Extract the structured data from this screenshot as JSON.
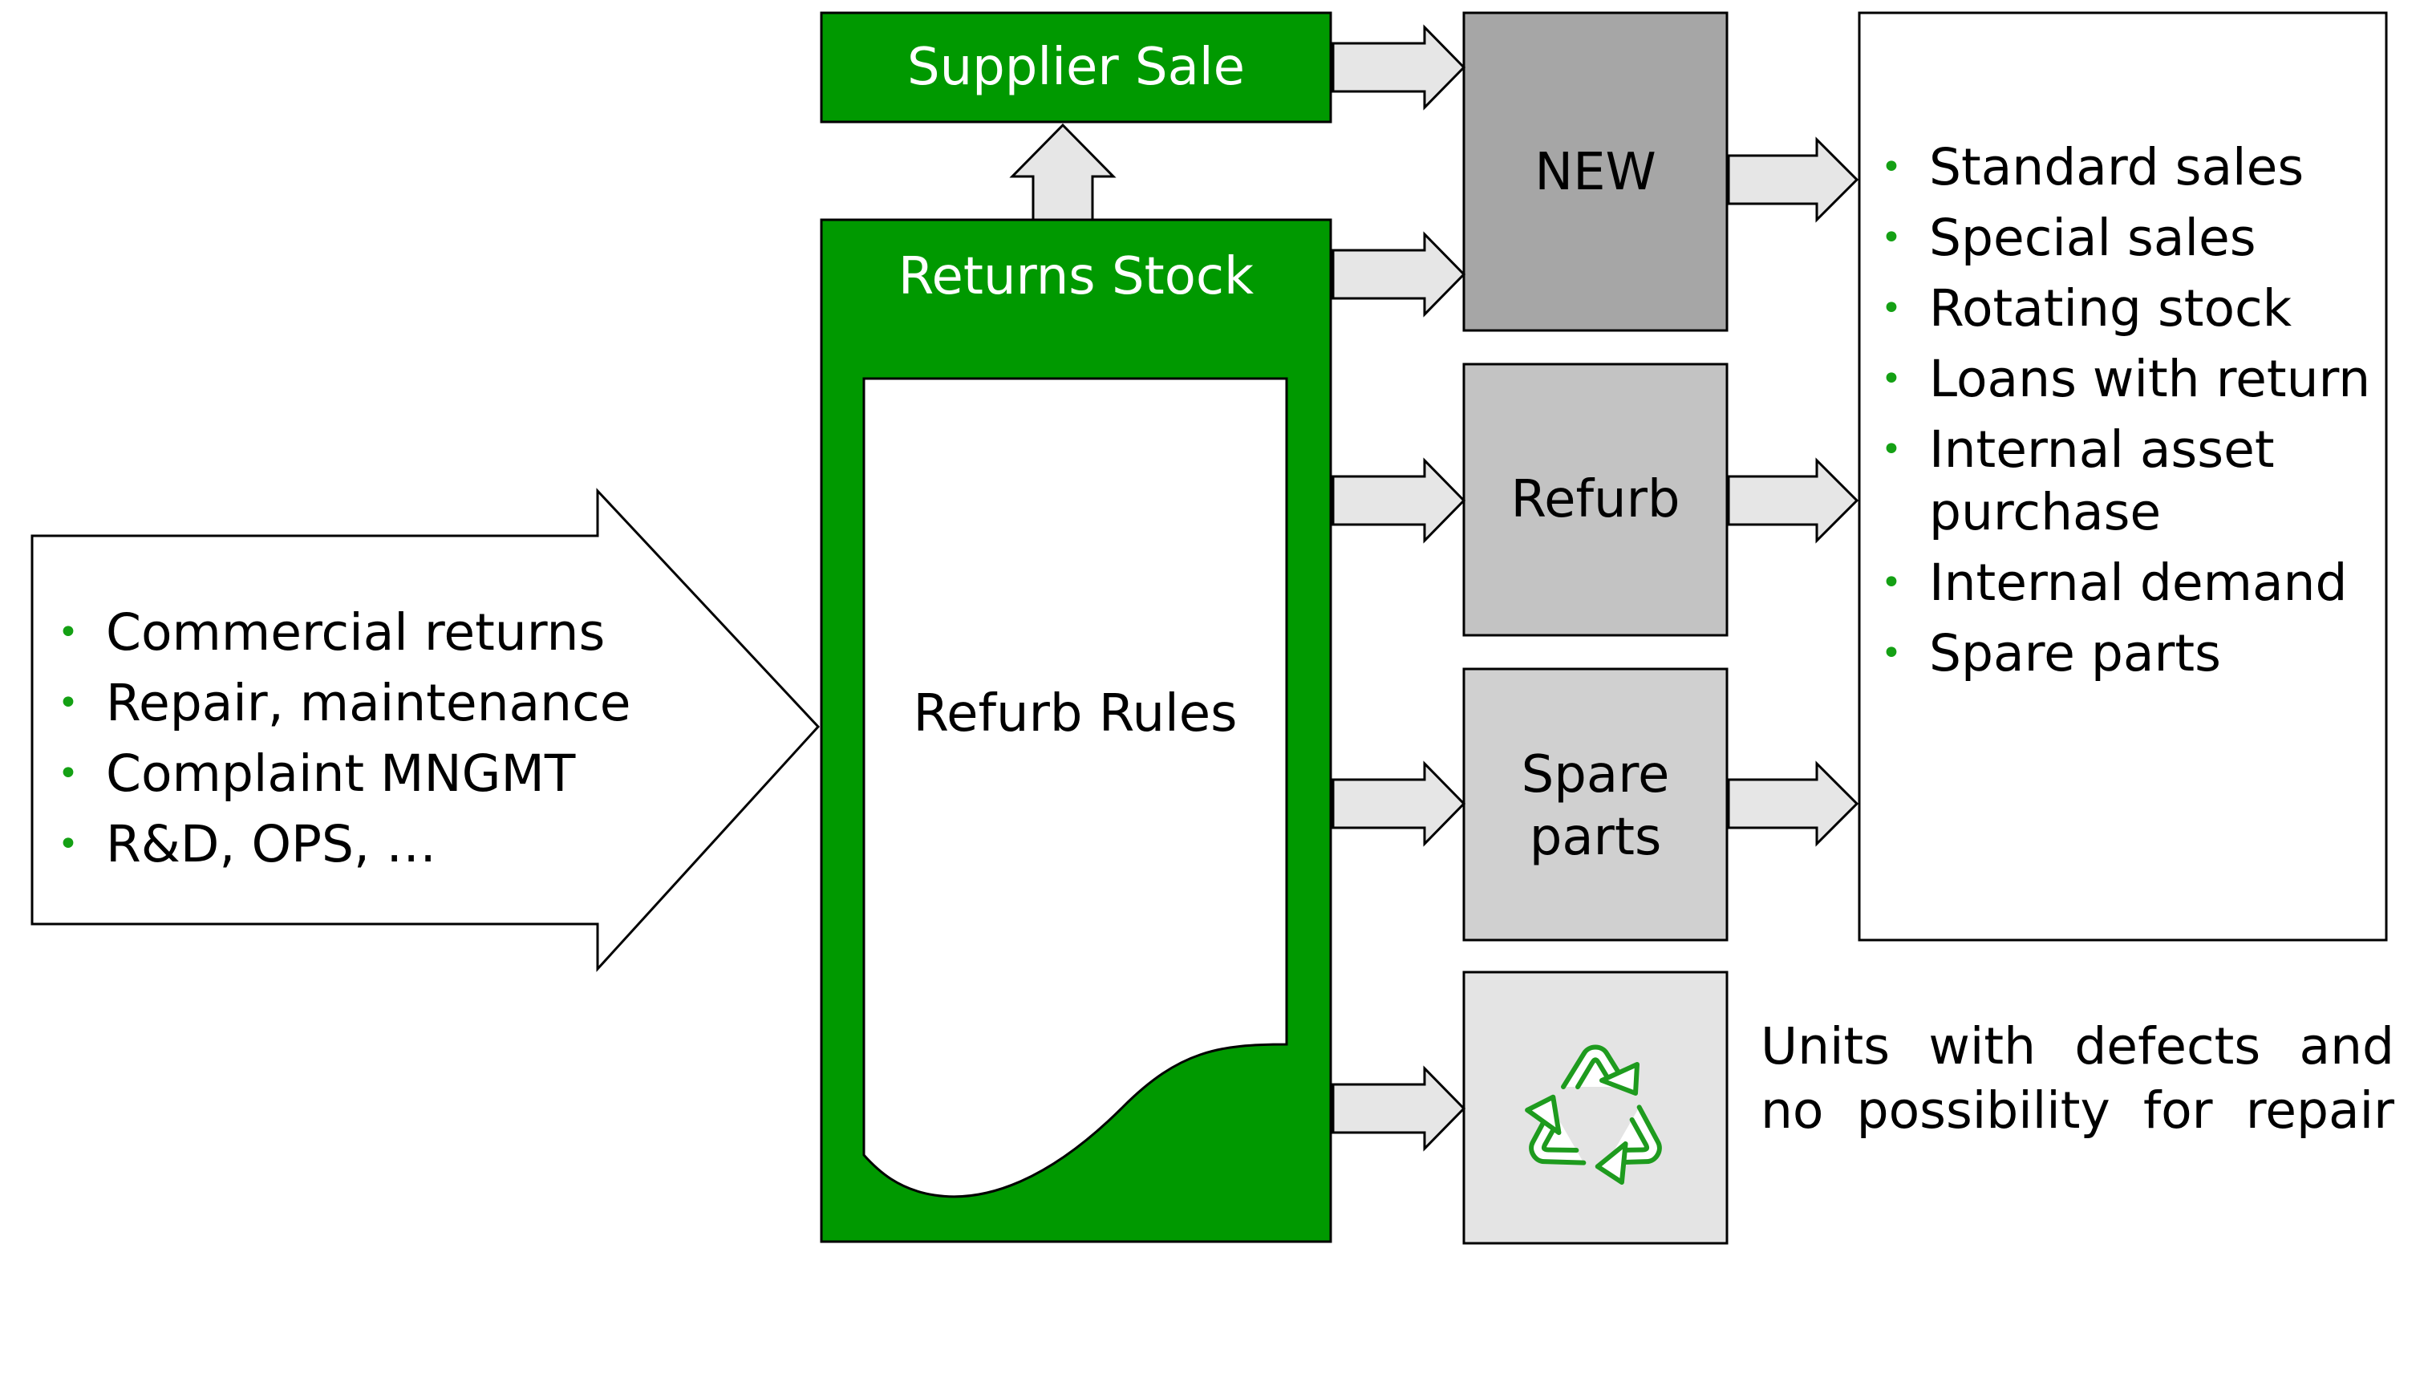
{
  "diagram": {
    "supplier_sale": "Supplier Sale",
    "returns_stock": "Returns Stock",
    "refurb_rules": "Refurb Rules",
    "inputs": [
      "Commercial returns",
      "Repair, maintenance",
      "Complaint MNGMT",
      "R&D, OPS, …"
    ],
    "stock_new": "NEW",
    "stock_refurb": "Refurb",
    "stock_spare_parts": "Spare parts",
    "outputs": [
      "Standard sales",
      "Special sales",
      "Rotating stock",
      "Loans with return",
      "Internal asset purchase",
      "Internal demand",
      "Spare parts"
    ],
    "defects_note": "Units with defects and no possibility for repair",
    "recycle_icon": "recycle-icon",
    "bullet_glyph": "•",
    "colors": {
      "green": "#009900",
      "new_box": "#a6a6a6",
      "refurb_box": "#c3c3c3",
      "spare_box": "#d0d0d0",
      "recycle_box": "#e4e4e4",
      "arrow_fill": "#e6e6e6",
      "bullet_green": "#14a014"
    }
  }
}
